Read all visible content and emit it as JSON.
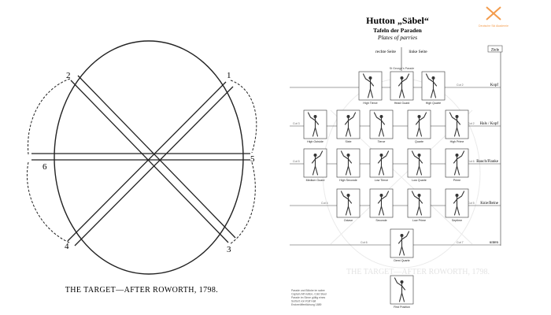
{
  "left": {
    "caption": "THE TARGET—AFTER ROWORTH, 1798.",
    "labels": [
      "1",
      "2",
      "3",
      "4",
      "5",
      "6"
    ]
  },
  "right": {
    "title": "Hutton „Säbel“",
    "subtitle": "Tafeln der Paraden",
    "subtitle_en": "Plates of parries",
    "side_right": "rechte Seite",
    "side_left": "linke Seite",
    "ziele_label": "Ziele",
    "logo_text": "Deutsche Ski Akademie",
    "row_labels_right": [
      "Kopf",
      "Hals / Kopf",
      "Bauch/Flanke",
      "Knie/Beine",
      "unten"
    ],
    "line_labels_left": [
      "Cut 1",
      "Cut 3",
      "Cut 5",
      "Cut 4",
      "Cut 6"
    ],
    "line_labels_mid": [
      "Cut 2",
      "Cut 2",
      "Cut 6",
      "Cut 5",
      "Cut 7"
    ],
    "rows": [
      [
        {
          "label": "St George's Parade",
          "top": true
        },
        {
          "label": "High Tierce"
        },
        {
          "label": "Head Guard"
        },
        {
          "label": "High Quarte"
        }
      ],
      [
        {
          "label": "High Outside"
        },
        {
          "label": "Sixte"
        },
        {
          "label": "Tierce"
        },
        {
          "label": "Quarte"
        },
        {
          "label": "High Prime"
        }
      ],
      [
        {
          "label": "Medium Guard"
        },
        {
          "label": "High Seconde"
        },
        {
          "label": "Low Tierce"
        },
        {
          "label": "Low Quarte"
        },
        {
          "label": "Prime"
        }
      ],
      [
        {
          "label": "Octave"
        },
        {
          "label": "Seconde"
        },
        {
          "label": "Low Prime"
        },
        {
          "label": "Septime"
        }
      ],
      [
        {
          "label": "Demi Quarte"
        }
      ],
      [
        {
          "label": "First Position"
        }
      ]
    ],
    "footnotes": [
      "Parade und Blöcke im sabre",
      "Captain Alf Hutton, Cold Steel",
      "Parade im Sinne gültig eines",
      "Sortiert von Rolf Hall",
      "Erstveröffentlichung 1889"
    ],
    "colors": {
      "accent": "#f39b4b",
      "line": "#333333",
      "ghost": "#d9d9d9"
    }
  }
}
